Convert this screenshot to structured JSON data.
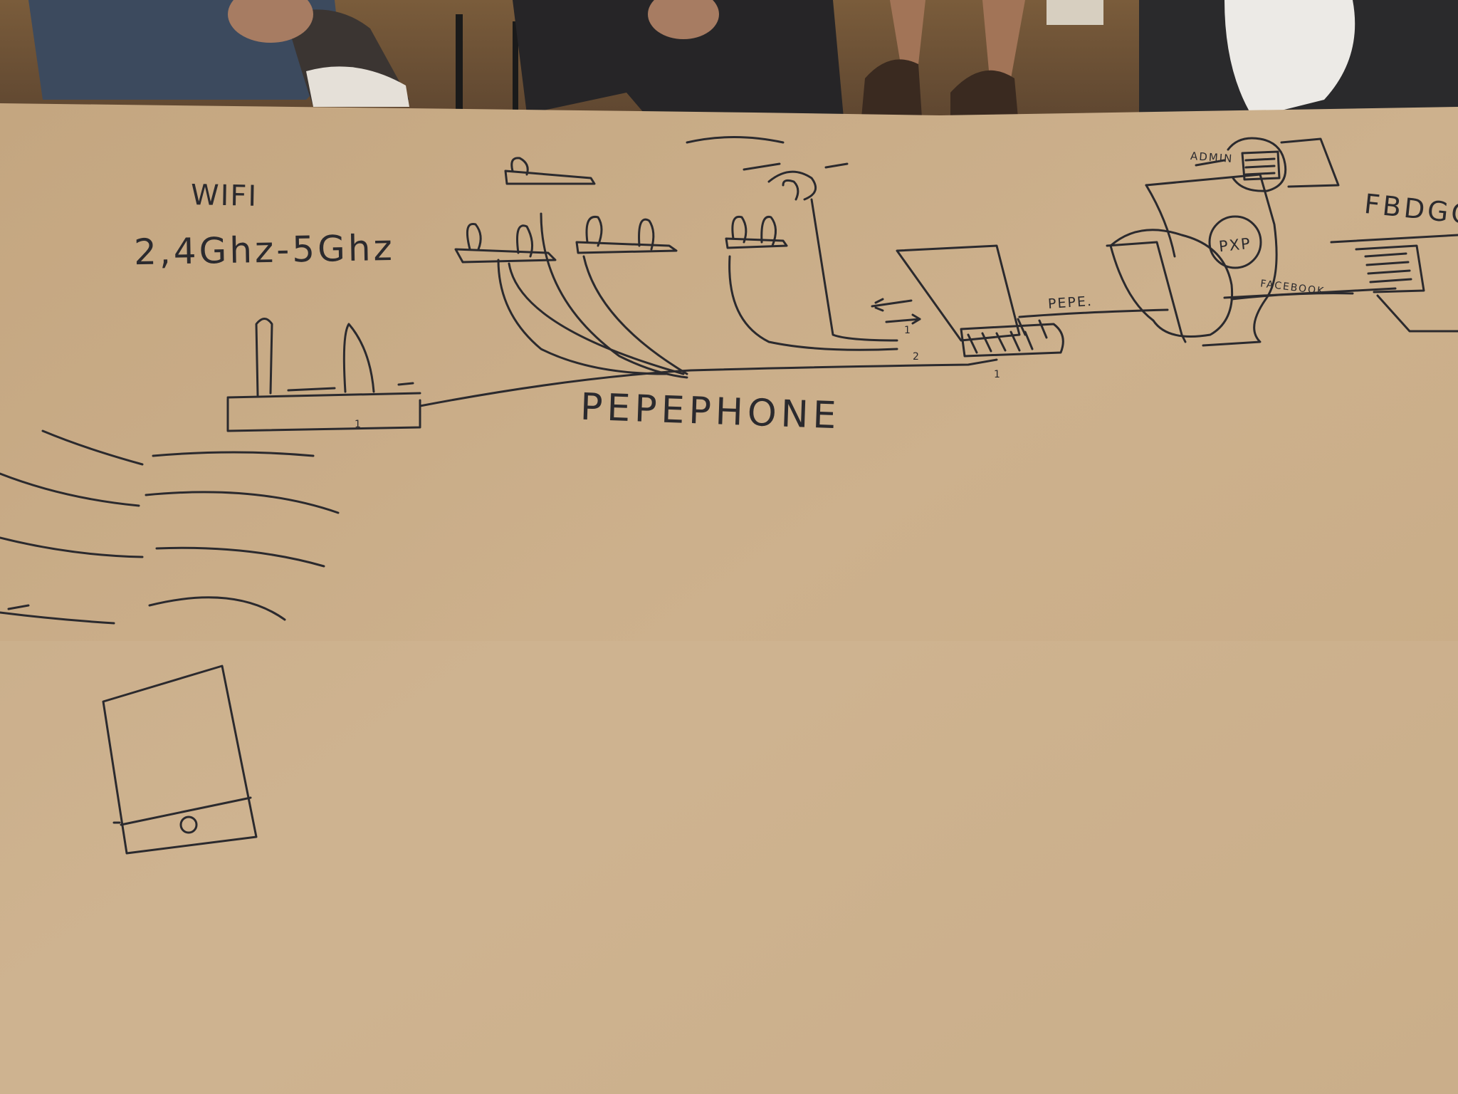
{
  "scene": {
    "description_type": "photo of a hand-drawn network diagram on kraft paper",
    "colors": {
      "paper": "#c9ad86",
      "paper_light": "#d3b997",
      "ink": "#2b2a2e",
      "floor": "#6b5236",
      "background": "#2a2622"
    }
  },
  "labels": {
    "wifi": "WIFI",
    "band": "2,4Ghz-5Ghz",
    "isp": "PEPEPHONE",
    "fb": "FBDGO",
    "adm": "ADMIN",
    "pxp": "PXP",
    "face": "FACEBOOK",
    "pepe2": "PEPE.",
    "marks": [
      "2",
      "1",
      "1",
      "1"
    ]
  },
  "icons": [
    "router-icon",
    "cell-tower-icon",
    "wifi-waves-icon",
    "smartphone-icon",
    "server-box-icon",
    "cloud-icon",
    "website-icon"
  ]
}
